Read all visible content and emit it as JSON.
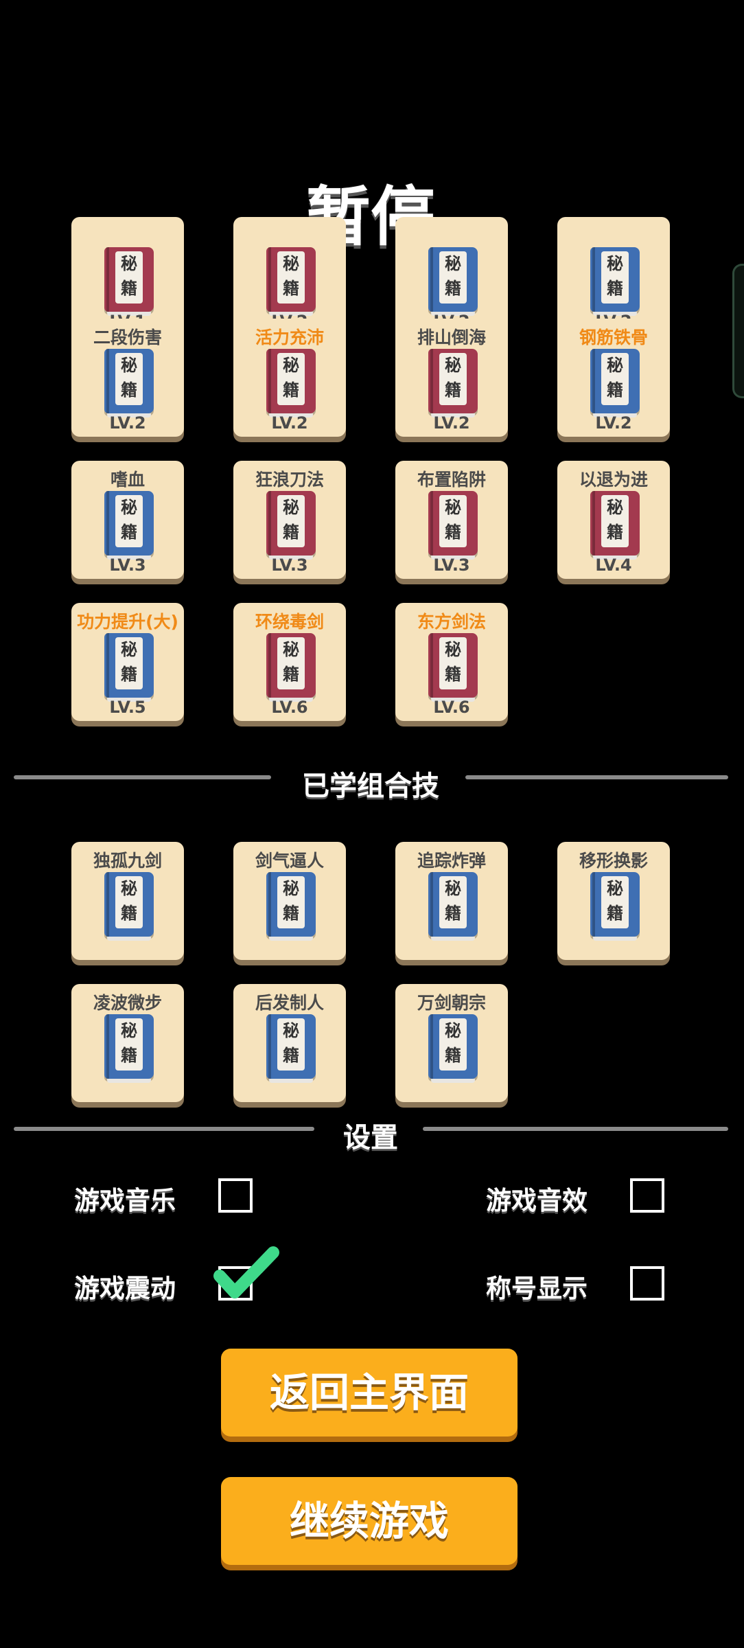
{
  "title": "暂停",
  "learned_skills": [
    {
      "name": "",
      "level": "LV.1",
      "book": "red",
      "name_color": "gray"
    },
    {
      "name": "",
      "level": "LV.2",
      "book": "red",
      "name_color": "gray"
    },
    {
      "name": "",
      "level": "LV.2",
      "book": "blue",
      "name_color": "gray"
    },
    {
      "name": "",
      "level": "LV.2",
      "book": "blue",
      "name_color": "gray"
    },
    {
      "name": "二段伤害",
      "level": "LV.2",
      "book": "blue",
      "name_color": "gray"
    },
    {
      "name": "活力充沛",
      "level": "LV.2",
      "book": "red",
      "name_color": "orange"
    },
    {
      "name": "排山倒海",
      "level": "LV.2",
      "book": "red",
      "name_color": "gray"
    },
    {
      "name": "钢筋铁骨",
      "level": "LV.2",
      "book": "blue",
      "name_color": "orange"
    },
    {
      "name": "嗜血",
      "level": "LV.3",
      "book": "blue",
      "name_color": "gray"
    },
    {
      "name": "狂浪刀法",
      "level": "LV.3",
      "book": "red",
      "name_color": "gray"
    },
    {
      "name": "布置陷阱",
      "level": "LV.3",
      "book": "red",
      "name_color": "gray"
    },
    {
      "name": "以退为进",
      "level": "LV.4",
      "book": "red",
      "name_color": "gray"
    },
    {
      "name": "功力提升(大)",
      "level": "LV.5",
      "book": "blue",
      "name_color": "orange"
    },
    {
      "name": "环绕毒剑",
      "level": "LV.6",
      "book": "red",
      "name_color": "orange"
    },
    {
      "name": "东方剑法",
      "level": "LV.6",
      "book": "red",
      "name_color": "orange"
    }
  ],
  "book_label": [
    "秘",
    "籍"
  ],
  "combo_section_title": "已学组合技",
  "combo_skills": [
    {
      "name": "独孤九剑"
    },
    {
      "name": "剑气逼人"
    },
    {
      "name": "追踪炸弹"
    },
    {
      "name": "移形换影"
    },
    {
      "name": "凌波微步"
    },
    {
      "name": "后发制人"
    },
    {
      "name": "万剑朝宗"
    }
  ],
  "settings_title": "设置",
  "settings": [
    {
      "label": "游戏音乐",
      "checked": false
    },
    {
      "label": "游戏音效",
      "checked": false
    },
    {
      "label": "游戏震动",
      "checked": true
    },
    {
      "label": "称号显示",
      "checked": false
    }
  ],
  "buttons": {
    "return_main": "返回主界面",
    "continue_game": "继续游戏"
  },
  "colors": {
    "card_bg": "#f6e3bd",
    "book_blue": "#3f6fb3",
    "book_red": "#a33a4f",
    "orange_text": "#f08a17",
    "button": "#fbae1c",
    "check": "#3fd98a"
  }
}
